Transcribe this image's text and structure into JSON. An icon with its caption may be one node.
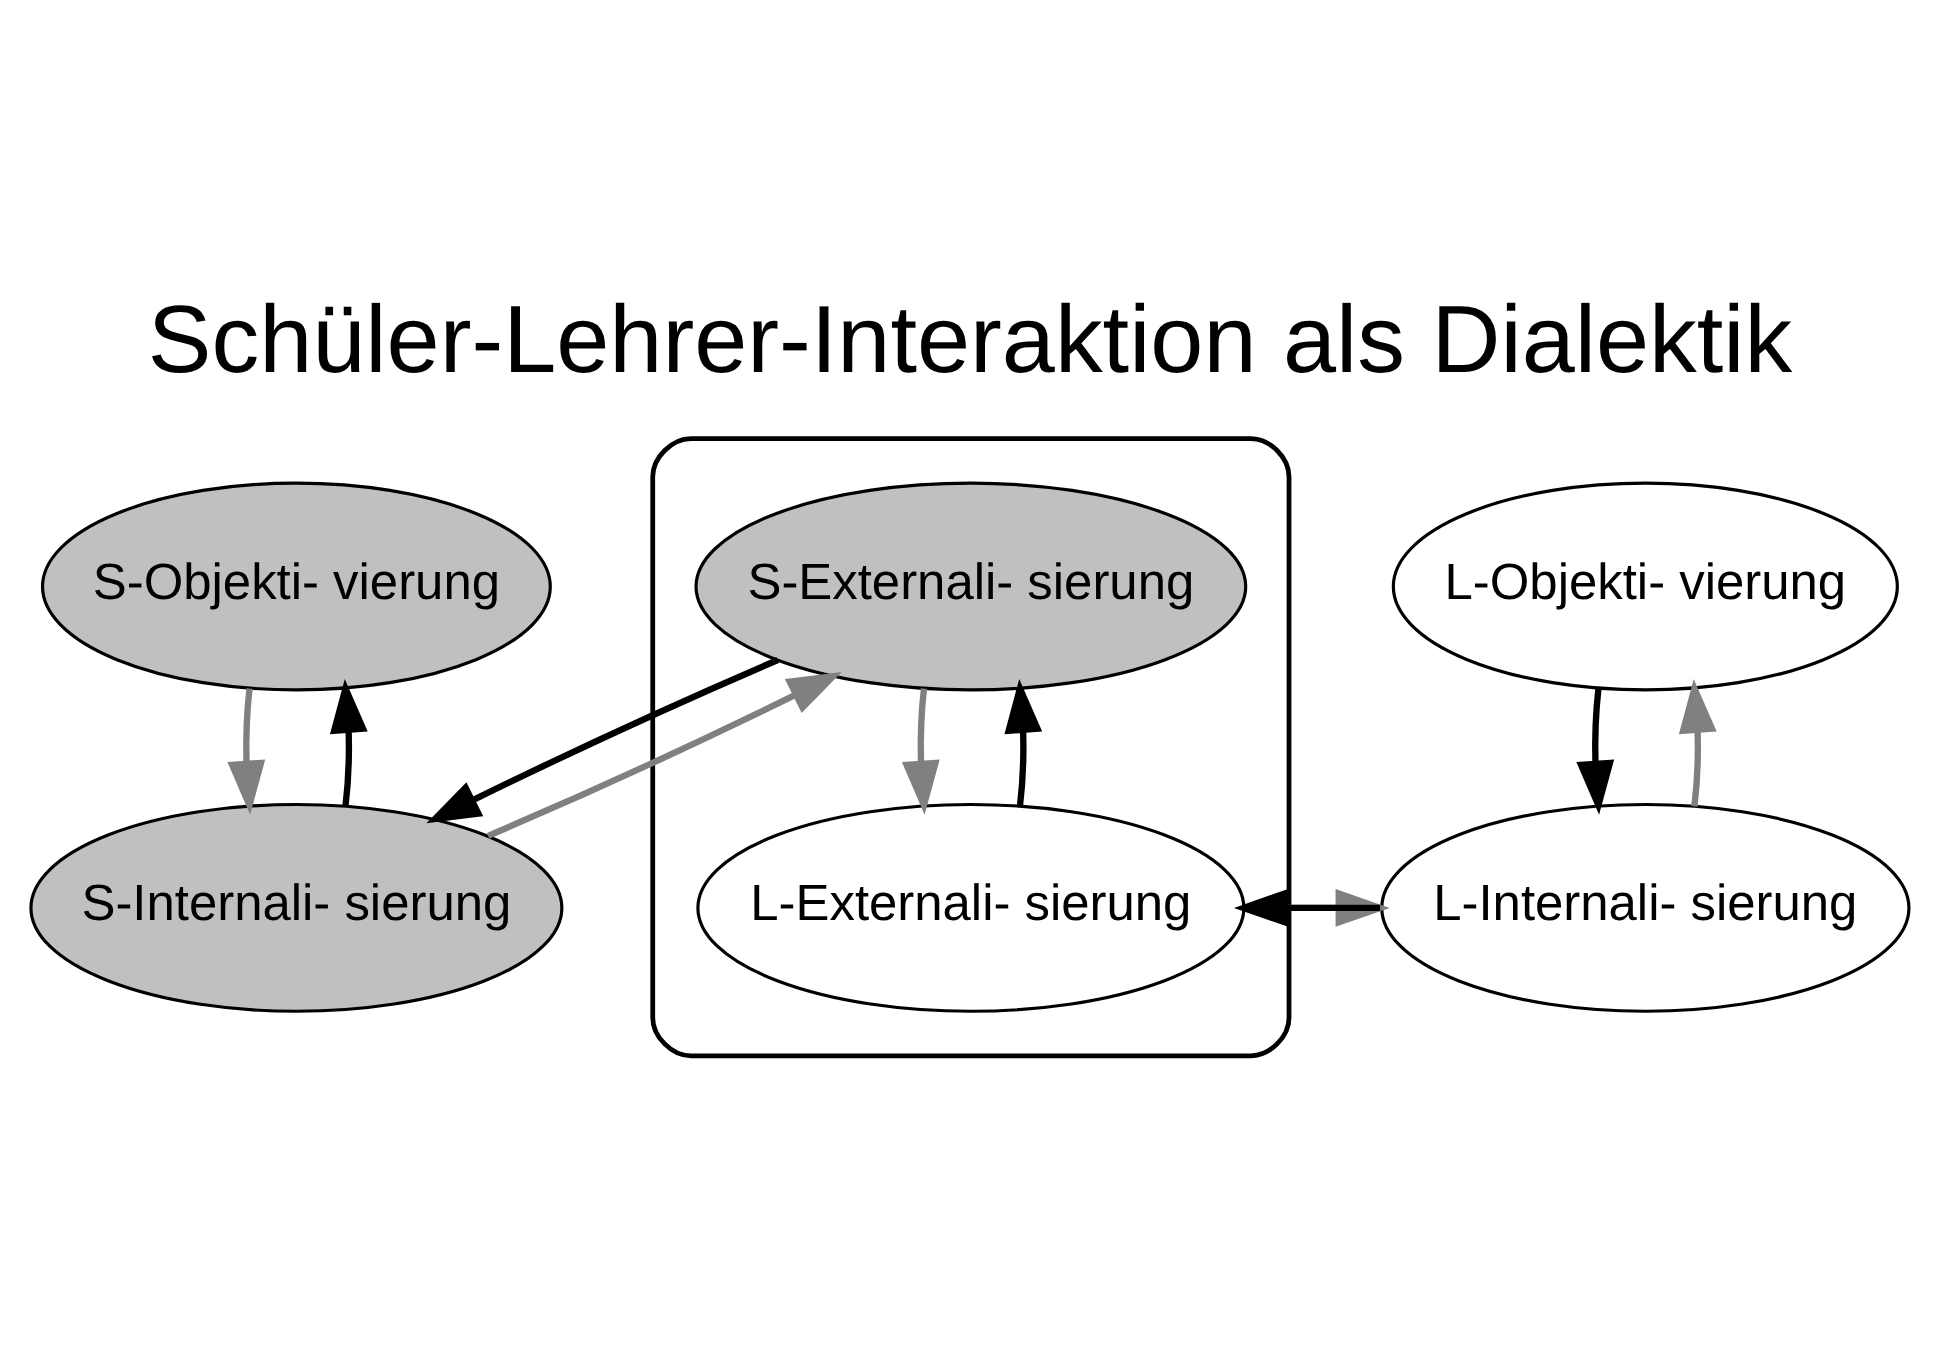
{
  "diagram": {
    "title": "Schüler-Lehrer-Interaktion als Dialektik",
    "nodes": [
      {
        "text": [
          "S-Objekti- vierung"
        ]
      },
      {
        "text": [
          "S-Internali- sierung"
        ]
      },
      {
        "text": [],
        "shape": "ellipse"
      },
      {
        "text": [
          "S-Externali- sierung"
        ],
        "in": 2
      },
      {
        "text": [
          "L-Externali- sierung"
        ],
        "in": 2
      },
      {
        "text": [
          "L-Internali- sierung"
        ]
      },
      {
        "text": [
          "L-Objekti- vierung"
        ]
      }
    ],
    "edges": [
      {
        "from": 0,
        "to": 1,
        "arrow": "to",
        "color": "#808080"
      },
      {
        "from": 1,
        "to": 0,
        "arrow": "to",
        "color": "#000000"
      },
      {
        "from": 1,
        "to": 3,
        "arrow": "to",
        "color": "#808080"
      },
      {
        "from": 3,
        "to": 1,
        "arrow": "to",
        "color": "#000000"
      },
      {
        "from": 4,
        "to": 3,
        "arrow": "to",
        "color": "#000000"
      },
      {
        "from": 3,
        "to": 4,
        "arrow": "to",
        "color": "#808080"
      },
      {
        "from": 6,
        "to": 5,
        "arrow": "to",
        "color": "#000000"
      },
      {
        "from": 5,
        "to": 4,
        "arrow": "to",
        "color": "#000000"
      },
      {
        "from": 4,
        "to": 5,
        "arrow": "to",
        "color": "#808080"
      },
      {
        "from": 5,
        "to": 6,
        "arrow": "to",
        "color": "#808080"
      }
    ]
  }
}
